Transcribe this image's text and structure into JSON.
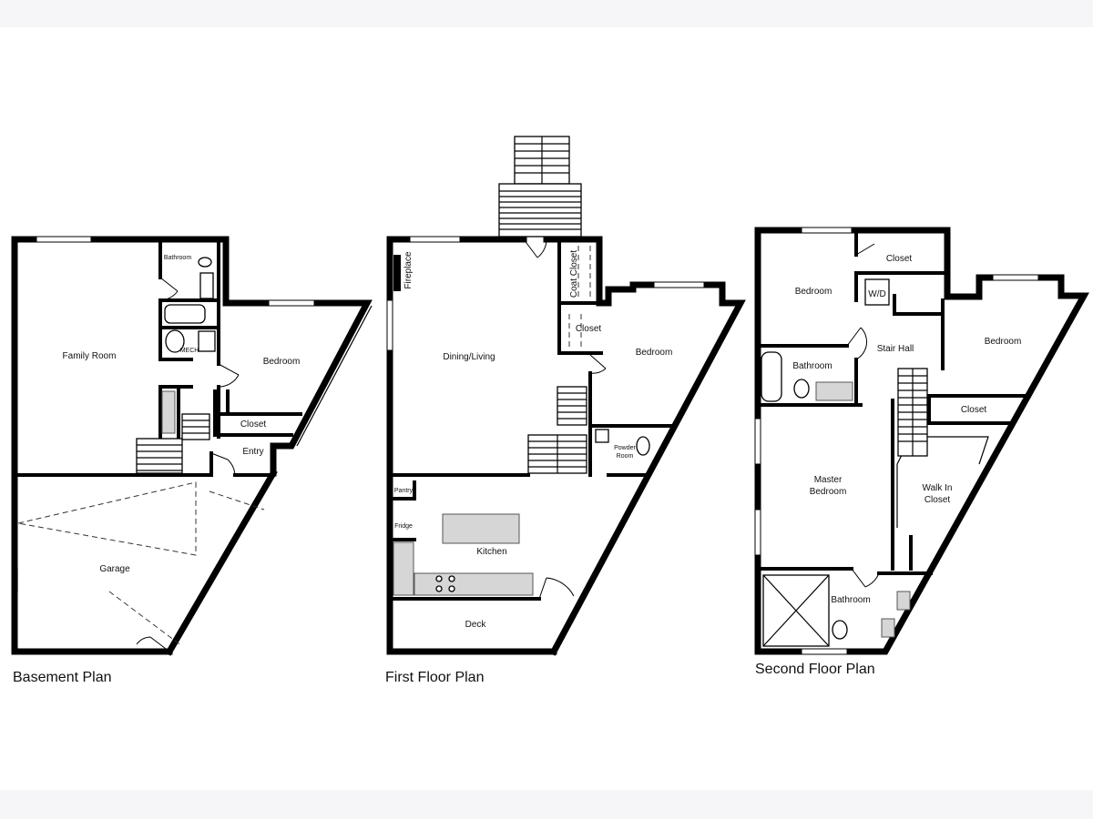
{
  "plans": {
    "basement": {
      "title": "Basement Plan",
      "rooms": {
        "family_room": "Family Room",
        "bathroom": "Bathroom",
        "mech": "MECH",
        "bedroom": "Bedroom",
        "closet": "Closet",
        "entry": "Entry",
        "garage": "Garage"
      }
    },
    "first_floor": {
      "title": "First Floor Plan",
      "rooms": {
        "fireplace": "Fireplace",
        "coat_closet": "Coat Closet",
        "closet": "Closet",
        "dining_living": "Dining/Living",
        "bedroom": "Bedroom",
        "powder_room_line1": "Powder",
        "powder_room_line2": "Room",
        "pantry": "Pantry",
        "fridge": "Fridge",
        "kitchen": "Kitchen",
        "deck": "Deck"
      }
    },
    "second_floor": {
      "title": "Second Floor Plan",
      "rooms": {
        "bedroom_left": "Bedroom",
        "closet_top": "Closet",
        "wd": "W/D",
        "stair_hall": "Stair Hall",
        "bedroom_right": "Bedroom",
        "bathroom_upper": "Bathroom",
        "closet_right": "Closet",
        "master_bedroom_line1": "Master",
        "master_bedroom_line2": "Bedroom",
        "walk_in_closet_line1": "Walk In",
        "walk_in_closet_line2": "Closet",
        "bathroom_lower": "Bathroom"
      }
    }
  }
}
